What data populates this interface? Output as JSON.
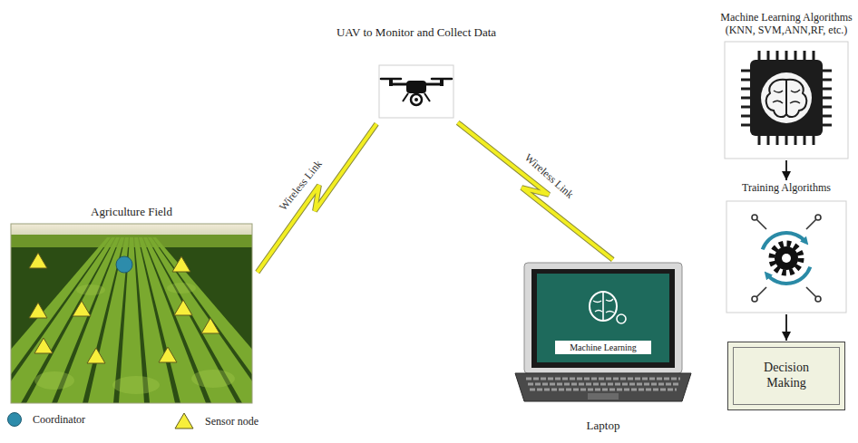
{
  "diagram": {
    "nodes": [
      {
        "text": [
          "Agriculture Field"
        ]
      },
      {
        "text": [
          "UAV to Monitor and Collect Data"
        ]
      },
      {
        "text": [
          "Machine Learning",
          "Laptop"
        ]
      },
      {
        "text": [
          "Machine Learning Algorithms (KNN, SVM,ANN,RF, etc.)"
        ]
      },
      {
        "text": [
          "Training Algorithms"
        ]
      },
      {
        "text": [
          "Decision Making"
        ]
      }
    ],
    "edges": [
      {
        "from": 0,
        "to": 1,
        "arrow": "none",
        "label": "Wireless Link"
      },
      {
        "from": 1,
        "to": 2,
        "arrow": "none",
        "label": "Wireless Link"
      },
      {
        "from": 3,
        "to": 4,
        "arrow": "to"
      },
      {
        "from": 4,
        "to": 5,
        "arrow": "to"
      }
    ],
    "legend": [
      {
        "text": "Coordinator"
      },
      {
        "text": "Sensor node"
      }
    ]
  }
}
